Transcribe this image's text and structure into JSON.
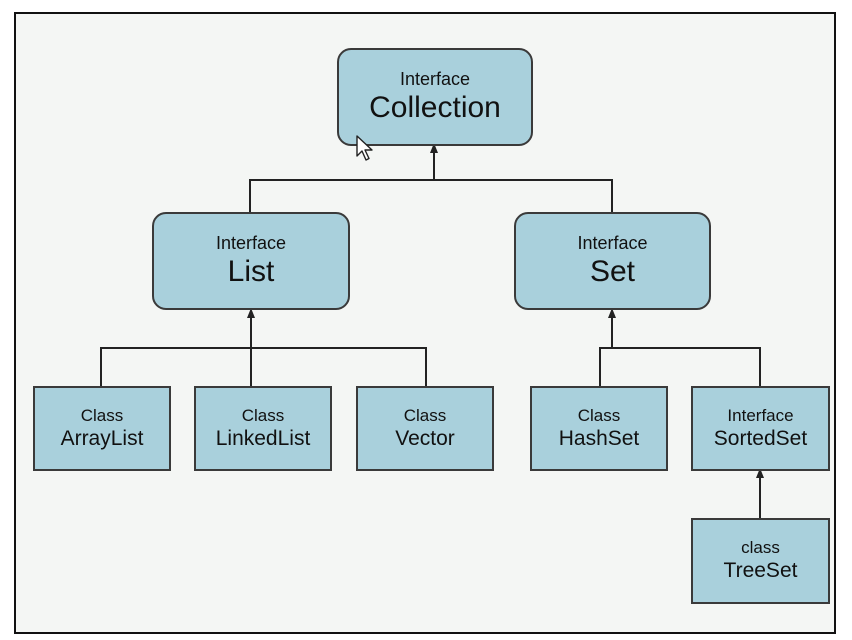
{
  "nodes": {
    "collection": {
      "kind": "Interface",
      "name": "Collection"
    },
    "list": {
      "kind": "Interface",
      "name": "List"
    },
    "set": {
      "kind": "Interface",
      "name": "Set"
    },
    "arraylist": {
      "kind": "Class",
      "name": "ArrayList"
    },
    "linkedlist": {
      "kind": "Class",
      "name": "LinkedList"
    },
    "vector": {
      "kind": "Class",
      "name": "Vector"
    },
    "hashset": {
      "kind": "Class",
      "name": "HashSet"
    },
    "sortedset": {
      "kind": "Interface",
      "name": "SortedSet"
    },
    "treeset": {
      "kind": "class",
      "name": "TreeSet"
    }
  },
  "edges": [
    {
      "from": "list",
      "to": "collection"
    },
    {
      "from": "set",
      "to": "collection"
    },
    {
      "from": "arraylist",
      "to": "list"
    },
    {
      "from": "linkedlist",
      "to": "list"
    },
    {
      "from": "vector",
      "to": "list"
    },
    {
      "from": "hashset",
      "to": "set"
    },
    {
      "from": "sortedset",
      "to": "set"
    },
    {
      "from": "treeset",
      "to": "sortedset"
    }
  ],
  "colors": {
    "box_fill": "#a9d0dc",
    "border": "#3a3a3a",
    "line": "#222222",
    "background": "#f4f6f4"
  },
  "cursor_icon": "mouse-pointer-icon"
}
